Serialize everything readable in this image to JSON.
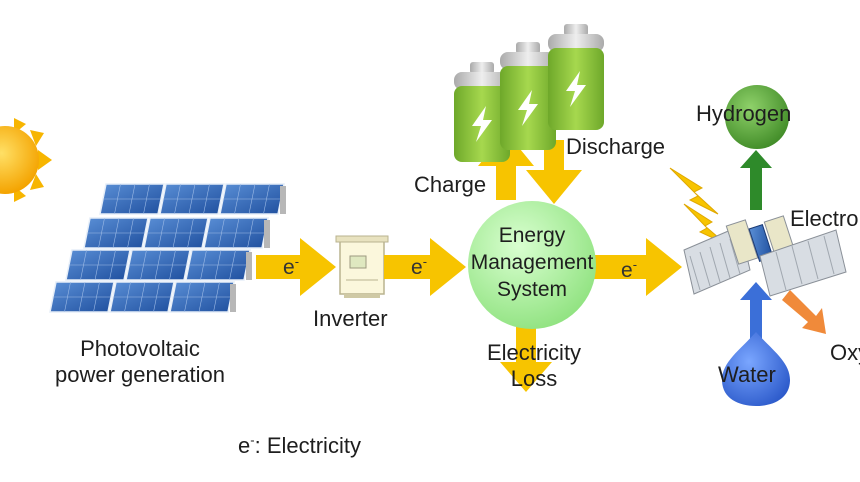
{
  "labels": {
    "pv": "Photovoltaic",
    "pv2": "power generation",
    "inverter": "Inverter",
    "ems1": "Energy",
    "ems2": "Management",
    "ems3": "System",
    "charge": "Charge",
    "discharge": "Discharge",
    "loss1": "Electricity",
    "loss2": "Loss",
    "hydrogen": "Hydrogen",
    "electrolyzer": "Electrolyzer",
    "water": "Water",
    "oxygen": "Oxygen",
    "e_symbol": "e",
    "minus": "-"
  },
  "legend": {
    "symbol": "e",
    "minus": "-",
    "text": ": Electricity"
  },
  "colors": {
    "arrow": "#f7c400",
    "ems": "#aef0a0",
    "battery": "#8fc63a",
    "hydrogen": "#4a9a2e",
    "water": "#3b6fd8",
    "oxygen": "#f08a3a",
    "sun": "#f7b500"
  }
}
